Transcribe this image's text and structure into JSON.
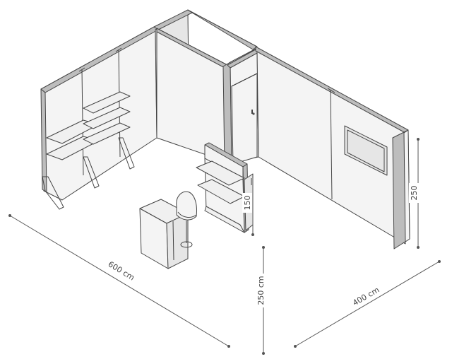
{
  "dimensions": {
    "length": "600 cm",
    "height": "250 cm",
    "depth": "400 cm",
    "wall_height": "250",
    "counter_height": "150"
  },
  "colors": {
    "line": "#444444",
    "wall_fill": "#f2f2f2",
    "wall_fill_dark": "#e2e2e2",
    "panel_edge": "#b5b5b5",
    "shelf_fill": "#eeeeee"
  }
}
